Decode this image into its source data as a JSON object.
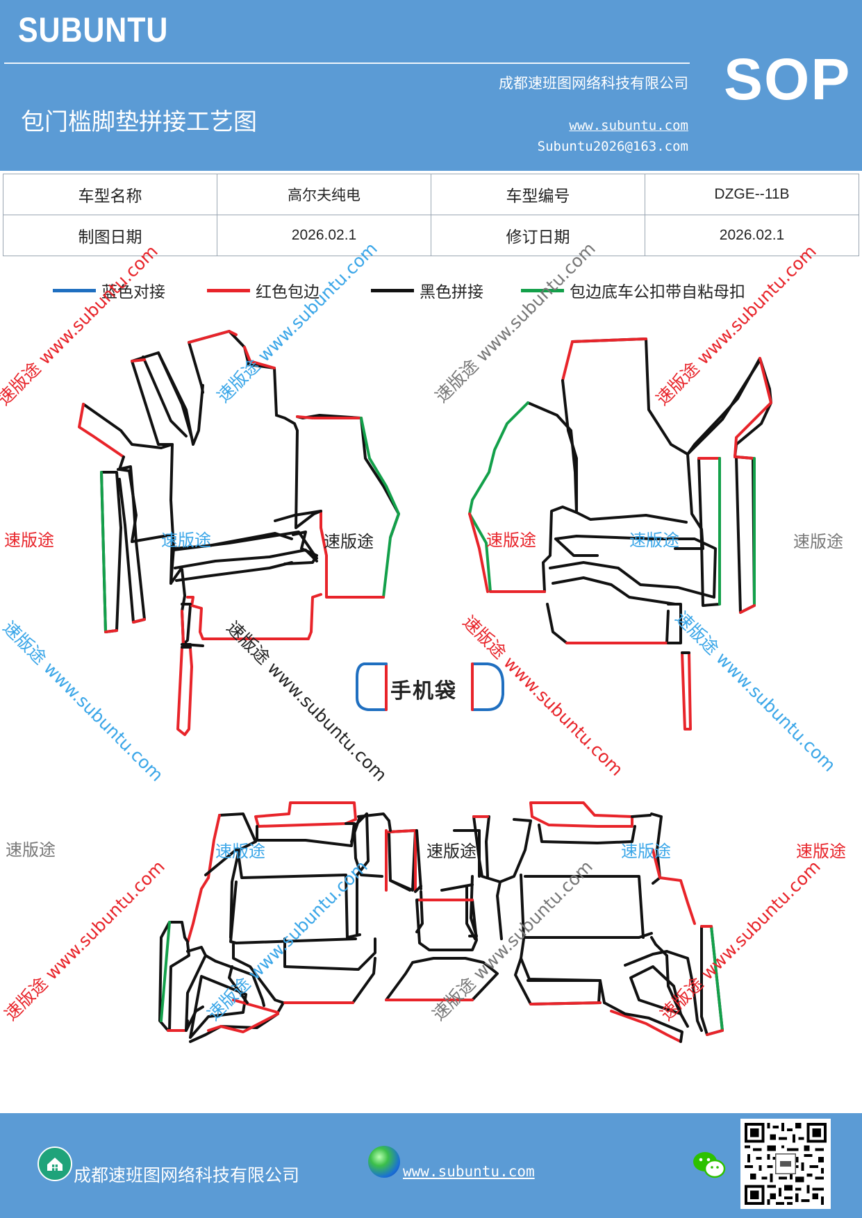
{
  "header": {
    "brand": "SUBUNTU",
    "title": "包门槛脚垫拼接工艺图",
    "company": "成都速班图网络科技有限公司",
    "url": "www.subuntu.com",
    "email": "Subuntu2026@163.com",
    "badge": "SOP"
  },
  "info_table": {
    "rows": [
      [
        {
          "label": "车型名称",
          "value": "高尔夫纯电"
        },
        {
          "label": "车型编号",
          "value": "DZGE--11B"
        }
      ],
      [
        {
          "label": "制图日期",
          "value": "2026.02.1"
        },
        {
          "label": "修订日期",
          "value": "2026.02.1"
        }
      ]
    ]
  },
  "legend": [
    {
      "label": "蓝色对接",
      "color": "#1f6fc0"
    },
    {
      "label": "红色包边",
      "color": "#e8242a"
    },
    {
      "label": "黑色拼接",
      "color": "#111111"
    },
    {
      "label": "包边底车公扣带自粘母扣",
      "color": "#13a04a"
    }
  ],
  "watermarks": {
    "brand_cn": "速版途",
    "url": "www.subuntu.com",
    "combo": "速版途 www.subuntu.com",
    "colors": {
      "red": "#e8242a",
      "blue": "#3aa6e8",
      "gray": "#777777",
      "black": "#222222"
    }
  },
  "diagram": {
    "pocket_label": "手机袋"
  },
  "footer": {
    "company": "成都速班图网络科技有限公司",
    "url": "www.subuntu.com",
    "icons": [
      "home-icon",
      "globe-icon",
      "wechat-icon",
      "qr-code"
    ]
  },
  "colors": {
    "header_bg": "#5b9bd5",
    "edge_red": "#e8242a",
    "edge_green": "#13a04a",
    "edge_black": "#111111",
    "edge_blue": "#1f6fc0"
  }
}
